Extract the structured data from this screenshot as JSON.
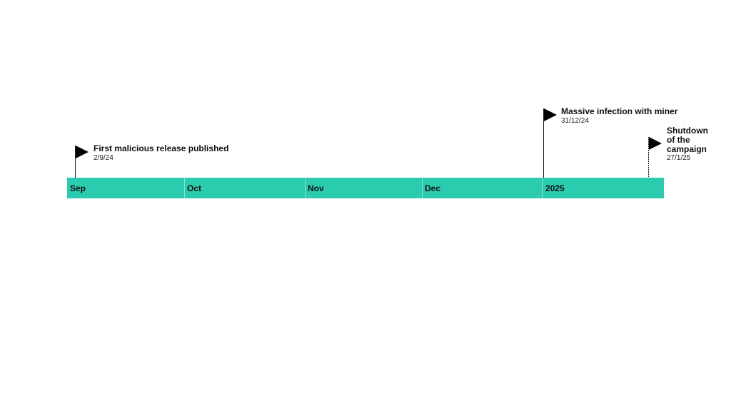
{
  "timeline": {
    "months": [
      {
        "label": "Sep"
      },
      {
        "label": "Oct"
      },
      {
        "label": "Nov"
      },
      {
        "label": "Dec"
      },
      {
        "label": "2025"
      }
    ],
    "milestones": [
      {
        "title": "First malicious release published",
        "date": "2/9/24"
      },
      {
        "title": "Massive infection with miner",
        "date": "31/12/24"
      },
      {
        "title": "Shutdown of the campaign",
        "date": "27/1/25"
      }
    ]
  },
  "colors": {
    "axis": "#2bcbaf",
    "flag": "#000000",
    "text": "#111111"
  },
  "icons": {
    "milestone": "flag-icon"
  }
}
